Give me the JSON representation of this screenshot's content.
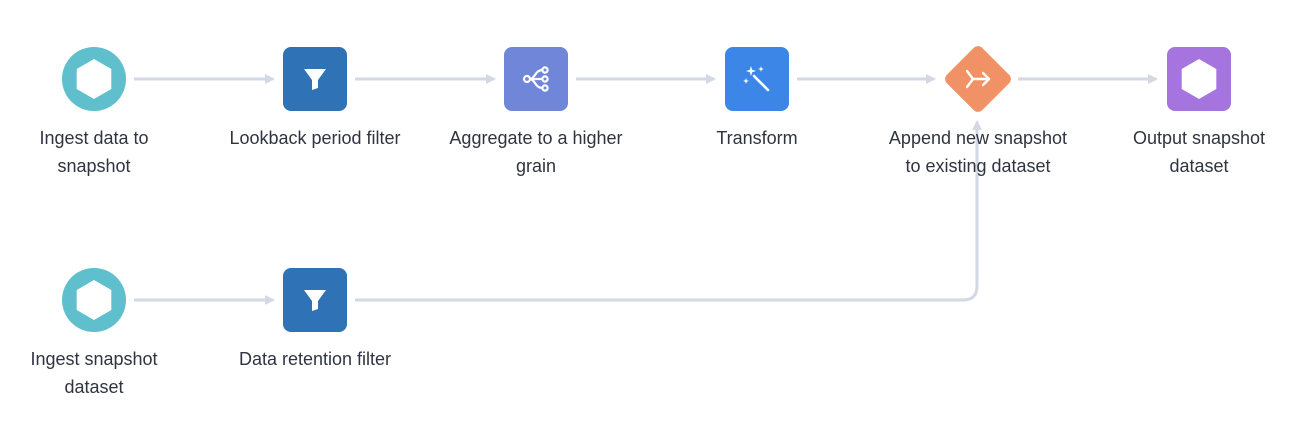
{
  "colors": {
    "connector": "#d2d8e4",
    "ingest": "#5fbfcc",
    "filter": "#2f72b6",
    "aggregate": "#6f86d9",
    "transform": "#3b86e6",
    "append": "#f09265",
    "output": "#a574df"
  },
  "nodes": {
    "ingest_data": {
      "label": "Ingest data to snapshot",
      "icon": "hexagon-icon"
    },
    "lookback_filter": {
      "label": "Lookback period filter",
      "icon": "filter-icon"
    },
    "aggregate": {
      "label": "Aggregate to a higher grain",
      "icon": "aggregate-icon"
    },
    "transform": {
      "label": "Transform",
      "icon": "magic-wand-icon"
    },
    "append": {
      "label": "Append new snapshot to existing dataset",
      "icon": "merge-arrow-icon"
    },
    "output": {
      "label": "Output snapshot dataset",
      "icon": "hexagon-icon"
    },
    "ingest_snapshot": {
      "label": "Ingest snapshot dataset",
      "icon": "hexagon-icon"
    },
    "retention_filter": {
      "label": "Data retention filter",
      "icon": "filter-icon"
    }
  }
}
